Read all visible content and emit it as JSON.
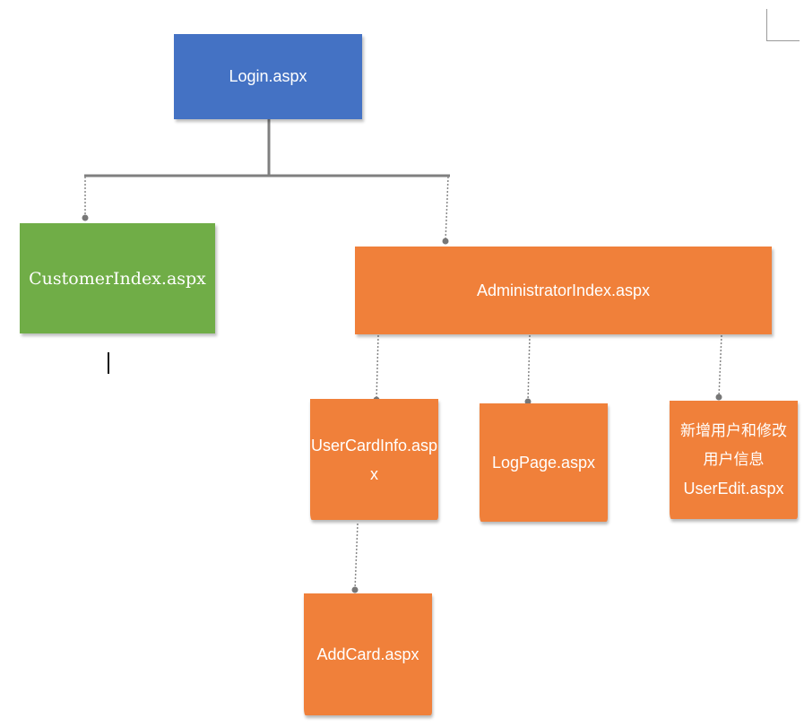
{
  "colors": {
    "login_box": "#4472c4",
    "customer_box": "#70ad47",
    "admin_boxes": "#f0803a",
    "connector": "#7f7f7f",
    "text": "#ffffff"
  },
  "nodes": {
    "login": {
      "label": "Login.aspx"
    },
    "customer_index": {
      "label": "CustomerIndex.aspx"
    },
    "administrator_index": {
      "label": "AdministratorIndex.aspx"
    },
    "user_card_info": {
      "label": "UserCardInfo.aspx"
    },
    "log_page": {
      "label": "LogPage.aspx"
    },
    "user_edit": {
      "label_line1": "新增用户和修改",
      "label_line2": "用户信息",
      "label_line3": "UserEdit.aspx"
    },
    "add_card": {
      "label": "AddCard.aspx"
    }
  },
  "edges": [
    {
      "from": "Login.aspx",
      "to": "CustomerIndex.aspx"
    },
    {
      "from": "Login.aspx",
      "to": "AdministratorIndex.aspx"
    },
    {
      "from": "AdministratorIndex.aspx",
      "to": "UserCardInfo.aspx"
    },
    {
      "from": "AdministratorIndex.aspx",
      "to": "LogPage.aspx"
    },
    {
      "from": "AdministratorIndex.aspx",
      "to": "UserEdit.aspx"
    },
    {
      "from": "UserCardInfo.aspx",
      "to": "AddCard.aspx"
    }
  ]
}
